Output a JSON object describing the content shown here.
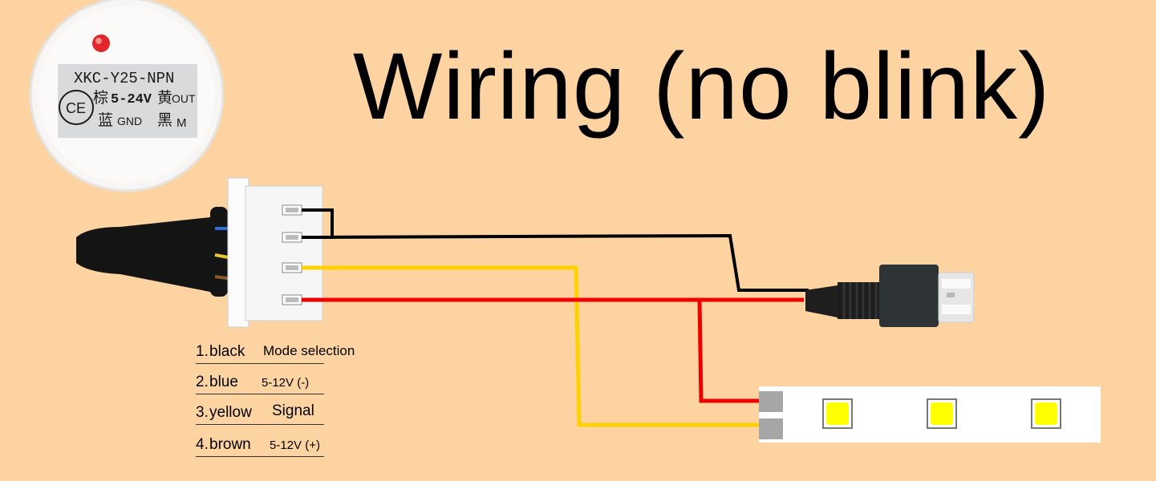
{
  "title": "Wiring (no blink)",
  "sensor": {
    "model": "XKC-Y25-NPN",
    "line1_cn": "棕",
    "line1": "5-24V",
    "line1_cn2": "黄",
    "line1_out": "OUT",
    "line2_cn": "蓝",
    "line2": "GND",
    "line2_cn2": "黑",
    "line2_m": "M",
    "ce": "CE"
  },
  "legend": [
    {
      "num": "1.",
      "color": "black",
      "desc": "Mode selection"
    },
    {
      "num": "2.",
      "color": "blue",
      "desc": "5-12V (-)"
    },
    {
      "num": "3.",
      "color": "yellow",
      "desc": "Signal"
    },
    {
      "num": "4.",
      "color": "brown",
      "desc": "5-12V (+)"
    }
  ],
  "colors": {
    "background": "#fdd3a2",
    "wire_black": "#000000",
    "wire_yellow": "#ffd100",
    "wire_red": "#ee0000",
    "led": "#ffff00",
    "usb_body": "#2e3436"
  }
}
